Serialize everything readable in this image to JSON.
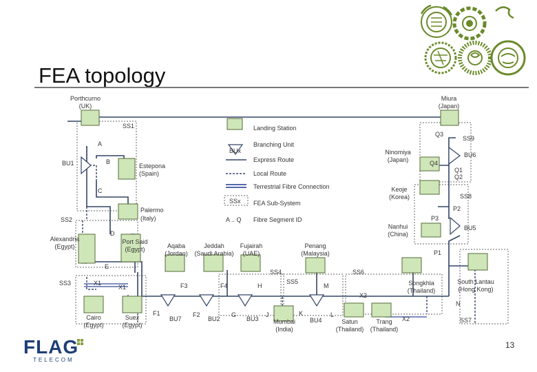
{
  "slide": {
    "title": "FEA topology",
    "page_number": "13",
    "logo": {
      "main": "FLAG",
      "sub": "TELECOM"
    }
  },
  "colors": {
    "station_fill": "#cfe6b8",
    "line_dark": "#334466",
    "line_blue": "#5566aa",
    "emblem_green": "#6a8a2a"
  },
  "icons": [
    "arabic-seal-icon-1",
    "arabic-seal-icon-2",
    "arabic-seal-icon-3",
    "flag-logo-dots-icon"
  ],
  "labels": {
    "porthcurno": "Porthcurno",
    "porthcurno_country": "(UK)",
    "miura": "Miura",
    "miura_country": "(Japan)",
    "ss1": "SS1",
    "a": "A",
    "bu1": "BU1",
    "b": "B",
    "estepona": "Estepona",
    "estepona_country": "(Spain)",
    "c": "C",
    "palermo": "Palermo",
    "palermo_country": "(Italy)",
    "ss2": "SS2",
    "d": "D",
    "alexandria": "Alexandria",
    "alexandria_country": "(Egypt)",
    "port_said": "Port Said",
    "port_said_country": "(Egypt)",
    "e": "E",
    "ss3": "SS3",
    "x1_left": "X1",
    "x1_right": "X1",
    "cairo": "Cairo",
    "cairo_country": "(Egypt)",
    "suez": "Suez",
    "suez_country": "(Egypt)",
    "f1": "F1",
    "bu7": "BU7",
    "f2": "F2",
    "bu2": "BU2",
    "g": "G",
    "bu3": "BU3",
    "j": "J",
    "mumbai": "Mumbai",
    "mumbai_country": "(India)",
    "k": "K",
    "bu4": "BU4",
    "l": "L",
    "aqaba": "Aqaba",
    "aqaba_country": "(Jordan)",
    "jeddah": "Jeddah",
    "jeddah_country": "(Saudi Arabia)",
    "fujairah": "Fujairah",
    "fujairah_country": "(UAE)",
    "penang": "Penang",
    "penang_country": "(Malaysia)",
    "ss4": "SS4",
    "ss5": "SS5",
    "ss6": "SS6",
    "f3": "F3",
    "f4": "F4",
    "h": "H",
    "m": "M",
    "x2_left": "X2",
    "x2_right": "X2",
    "songkhla": "Songkhla",
    "songkhla_country": "(Thailand)",
    "satun": "Satun",
    "satun_country": "(Thailand)",
    "trang": "Trang",
    "trang_country": "(Thailand)",
    "south_lantau": "South Lantau",
    "south_lantau_country": "(Hong Kong)",
    "n": "N",
    "ss7": "SS7",
    "p1": "P1",
    "bu5": "BU5",
    "p3": "P3",
    "nanhui": "Nanhui",
    "nanhui_country": "(China)",
    "p2": "P2",
    "ss8": "SS8",
    "keoje": "Keoje",
    "keoje_country": "(Korea)",
    "q1": "Q1",
    "q2": "Q2",
    "q3": "Q3",
    "q4": "Q4",
    "ninomiya": "Ninomiya",
    "ninomiya_country": "(Japan)",
    "bu6": "BU6",
    "ss9": "SS9"
  },
  "legend": {
    "landing_station": "Landing Station",
    "branching_unit": "Branching Unit",
    "bux": "BUx",
    "express_route": "Express Route",
    "local_route": "Local Route",
    "terrestrial": "Terrestrial Fibre Connection",
    "ssx": "SSx",
    "sub_system": "FEA Sub-System",
    "segment_symbol": "A .. Q",
    "segment_id": "Fibre Segment ID"
  }
}
